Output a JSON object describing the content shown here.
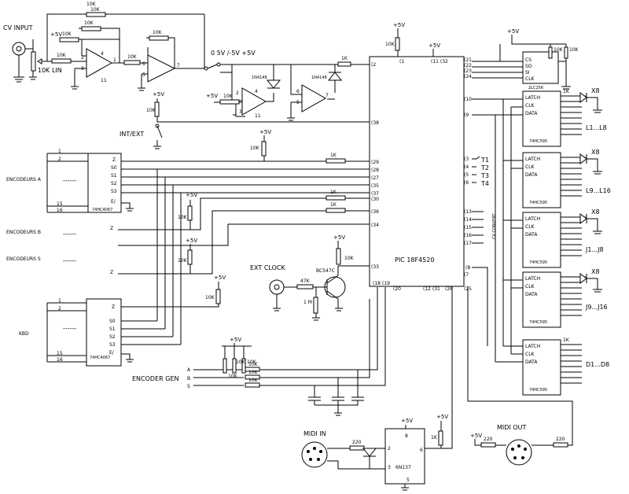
{
  "labels": {
    "cv_input": "CV INPUT",
    "lin": "10K LIN",
    "range": "0 5V /-5V +5V",
    "int_ext": "INT/EXT",
    "enc_a": "ENCODEURS A",
    "enc_b": "ENCODEURS B",
    "enc_s": "ENCODEURS S",
    "kbd": "KBD",
    "ext_clock": "EXT CLOCK",
    "encoder_gen": "ENCODER GEN",
    "midi_in": "MIDI IN",
    "midi_out": "MIDI OUT",
    "l1_l8": "L1...L8",
    "l9_l16": "L9...L16",
    "j1_j8": "J1...J8",
    "j9_j16": "J9...J16",
    "d1_d8": "D1...D8",
    "cv_convert": "CV CONVERT",
    "dash": "------"
  },
  "components": {
    "pic": "PIC 18F4520",
    "mux": "74HC4067",
    "sr": "74HC595",
    "dac": "2LC256",
    "opto": "6N137",
    "transistor": "BC547C",
    "diode": "1N4148"
  },
  "values": {
    "r10k": "10K",
    "r1k": "1K",
    "r47k": "47K",
    "r1m": "1 M",
    "r220": "220",
    "vcc": "+5V",
    "x8": "X8",
    "pin4": "4",
    "pin11": "11"
  },
  "pic_pins_left": [
    "(2",
    "(38",
    "(29",
    "(28",
    "(27",
    "(35",
    "(37",
    "(30",
    "(36",
    "(34",
    "(33"
  ],
  "pic_pins_top": [
    "(1",
    "(11 (32"
  ],
  "pic_pins_bottom": [
    "(18",
    "(19",
    "(20",
    "(12 (31",
    "(26",
    "(25"
  ],
  "pic_pins_right_top": [
    "(21",
    "(22",
    "(23",
    "(24"
  ],
  "pic_pins_right_sr": [
    "(10",
    "(9"
  ],
  "pic_pins_t": [
    "(3",
    "(4",
    "(5",
    "(6"
  ],
  "pic_pins_cv": [
    "(13",
    "(14",
    "(15",
    "(16",
    "(17"
  ],
  "pic_pins_mid": [
    "(8",
    "(7"
  ],
  "t_labels": [
    "T1",
    "T2",
    "T3",
    "T4"
  ],
  "dac_pins": [
    "CS",
    "SO",
    "SI",
    "CLK"
  ],
  "sr_pins": [
    "LATCH",
    "CLK",
    "DATA"
  ],
  "mux_pins": [
    "Z",
    "S0",
    "S1",
    "S2",
    "S3",
    "E/"
  ],
  "mux_side_pins": [
    "1",
    "2",
    "15",
    "16"
  ],
  "enc_gen_pins": [
    "A",
    "B",
    "S"
  ],
  "opamp_pins": [
    "2",
    "3",
    "1",
    "6",
    "5",
    "7"
  ],
  "opto_pins": [
    "8",
    "2",
    "3",
    "6",
    "5"
  ]
}
